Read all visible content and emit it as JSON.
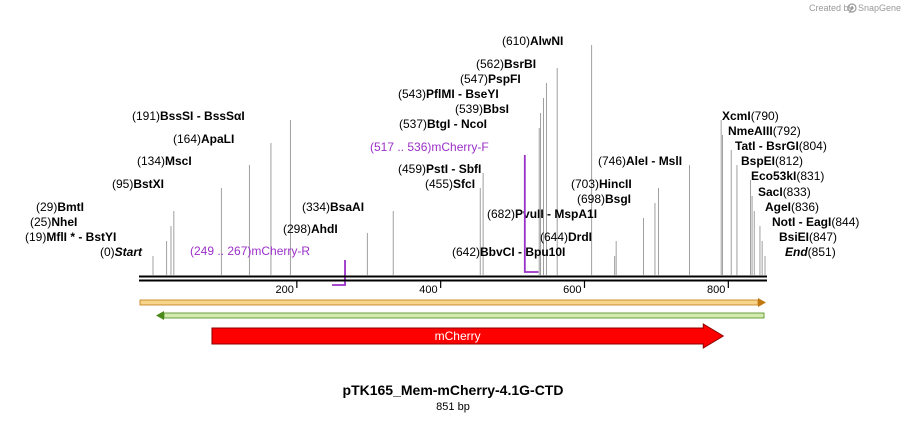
{
  "credit": {
    "text": "Created by",
    "brand": "SnapGene"
  },
  "title": "pTK165_Mem-mCherry-4.1G-CTD",
  "subtitle": "851 bp",
  "sequence_length": 851,
  "ticks": [
    {
      "value": 200,
      "label": "200"
    },
    {
      "value": 400,
      "label": "400"
    },
    {
      "value": 600,
      "label": "600"
    },
    {
      "value": 800,
      "label": "800"
    }
  ],
  "sites": [
    {
      "pos": "(0)",
      "name": "Start",
      "italic": true,
      "at": 0
    },
    {
      "pos": "(19)",
      "name": "MflI * - BstYI",
      "at": 19
    },
    {
      "pos": "(25)",
      "name": "NheI",
      "at": 25
    },
    {
      "pos": "(29)",
      "name": "BmtI",
      "at": 29
    },
    {
      "pos": "(95)",
      "name": "BstXI",
      "at": 95
    },
    {
      "pos": "(134)",
      "name": "MscI",
      "at": 134
    },
    {
      "pos": "(164)",
      "name": "ApaLI",
      "at": 164
    },
    {
      "pos": "(191)",
      "name": "BssSI - BssSαI",
      "at": 191
    },
    {
      "pos": "(298)",
      "name": "AhdI",
      "at": 298
    },
    {
      "pos": "(334)",
      "name": "BsaAI",
      "at": 334
    },
    {
      "pos": "(455)",
      "name": "SfcI",
      "at": 455
    },
    {
      "pos": "(459)",
      "name": "PstI - SbfI",
      "at": 459
    },
    {
      "pos": "(537)",
      "name": "BtgI - NcoI",
      "at": 537
    },
    {
      "pos": "(539)",
      "name": "BbsI",
      "at": 539
    },
    {
      "pos": "(543)",
      "name": "PflMI - BseYI",
      "at": 543
    },
    {
      "pos": "(547)",
      "name": "PspFI",
      "at": 547
    },
    {
      "pos": "(562)",
      "name": "BsrBI",
      "at": 562
    },
    {
      "pos": "(610)",
      "name": "AlwNI",
      "at": 610
    },
    {
      "pos": "(642)",
      "name": "BbvCI - Bpu10I",
      "at": 642
    },
    {
      "pos": "(644)",
      "name": "DrdI",
      "at": 644
    },
    {
      "pos": "(682)",
      "name": "PvuII - MspA1I",
      "at": 682
    },
    {
      "pos": "(698)",
      "name": "BsgI",
      "at": 698
    },
    {
      "pos": "(703)",
      "name": "HincII",
      "at": 703
    },
    {
      "pos": "(746)",
      "name": "AleI - MslI",
      "at": 746
    },
    {
      "pos": "(790)",
      "name": "XcmI",
      "at": 790
    },
    {
      "pos": "(792)",
      "name": "NmeAIII",
      "at": 792
    },
    {
      "pos": "(804)",
      "name": "TatI - BsrGI",
      "at": 804
    },
    {
      "pos": "(812)",
      "name": "BspEI",
      "at": 812
    },
    {
      "pos": "(831)",
      "name": "Eco53kI",
      "at": 831
    },
    {
      "pos": "(833)",
      "name": "SacI",
      "at": 833
    },
    {
      "pos": "(836)",
      "name": "AgeI",
      "at": 836
    },
    {
      "pos": "(844)",
      "name": "NotI - EagI",
      "at": 844
    },
    {
      "pos": "(847)",
      "name": "BsiEI",
      "at": 847
    },
    {
      "pos": "(851)",
      "name": "End",
      "italic": true,
      "at": 851
    }
  ],
  "primers": [
    {
      "range": "(249 .. 267)",
      "name": "mCherry-R",
      "start": 249,
      "end": 267,
      "strand": "reverse"
    },
    {
      "range": "(517 .. 536)",
      "name": "mCherry-F",
      "start": 517,
      "end": 536,
      "strand": "forward"
    }
  ],
  "features": [
    {
      "name": "mCherry",
      "start": 82,
      "end": 793,
      "color": "#ff0000",
      "direction": "forward"
    }
  ],
  "colors": {
    "backbone": "#000000",
    "primer": "#9b30c8",
    "orange_arrow": "#f5a623",
    "green_arrow": "#6ab023",
    "feature": "#ff0000"
  }
}
